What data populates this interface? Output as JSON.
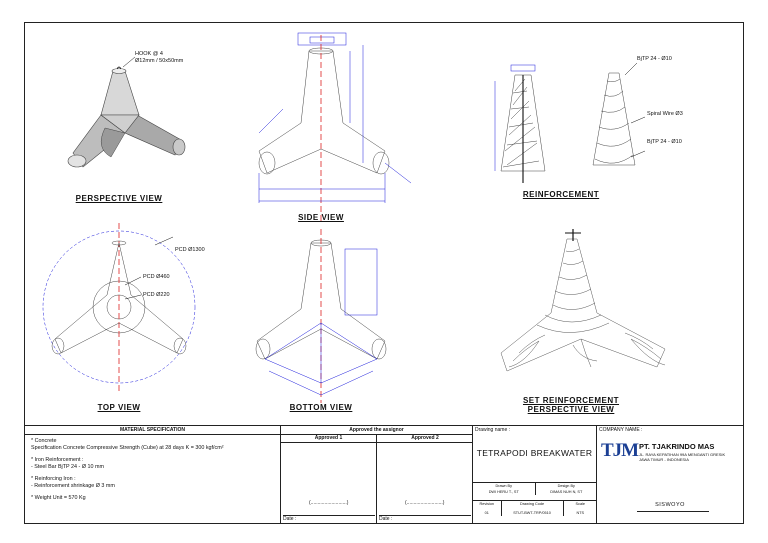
{
  "views": {
    "perspective": {
      "caption": "PERSPECTIVE VIEW",
      "note1": "HOOK @ 4",
      "note2": "Ø12mm / 50x50mm"
    },
    "side": {
      "caption": "SIDE VIEW"
    },
    "reinforcement": {
      "caption": "REINFORCEMENT",
      "note_top": "BjTP 24 - Ø10",
      "note_mid": "Spiral Wire Ø3",
      "note_bot": "BjTP 24 - Ø10"
    },
    "top": {
      "caption": "TOP VIEW",
      "pcd1": "PCD Ø1300",
      "pcd2": "PCD Ø460",
      "pcd3": "PCD Ø220"
    },
    "bottom": {
      "caption": "BOTTOM VIEW"
    },
    "set": {
      "caption1": "SET REINFORCEMENT",
      "caption2": "PERSPECTIVE VIEW"
    }
  },
  "material": {
    "header": "MATERIAL SPECIFICATION",
    "concrete_title": "Concrete",
    "concrete_text": "Specification Concrete Compressive Strength (Cube) at  28 days  K = 300 kgf/cm²",
    "iron_title": "Iron Reinforcement :",
    "iron_text": "- Steel Bar BjTP 24 - Ø 10 mm",
    "reinf_title": "Reinforcing Iron :",
    "reinf_text": "- Reinforcement shrinkage Ø 3 mm",
    "weight": "Weight Unit = 570 Kg"
  },
  "approval": {
    "header": "Approved the assignor",
    "approved1": "Approved 1",
    "approved2": "Approved 2",
    "date1": "Date :",
    "date2": "Date :"
  },
  "drawing": {
    "name_label": "Drawing name :",
    "name": "TETRAPODI BREAKWATER",
    "drawn_by_label": "Drawn By",
    "drawn_by": "DWI HERU T., ST",
    "design_by_label": "Design By",
    "design_by": "DIMAS NUH N, ST",
    "revision_label": "Revision",
    "revision": "01",
    "code_label": "Drawing Code",
    "code": "STUT-BWT-TRP/0510",
    "scale_label": "Scale",
    "scale": "NTS"
  },
  "company": {
    "label": "COMPANY NAME :",
    "logo": "TJM",
    "name": "PT. TJAKRINDO  MAS",
    "address1": "JL. RAYA KEPATIHAN 99A MENGANTI GRESIK",
    "address2": "JAWA TIMUR - INDONESIA",
    "signer": "SISWOYO"
  }
}
